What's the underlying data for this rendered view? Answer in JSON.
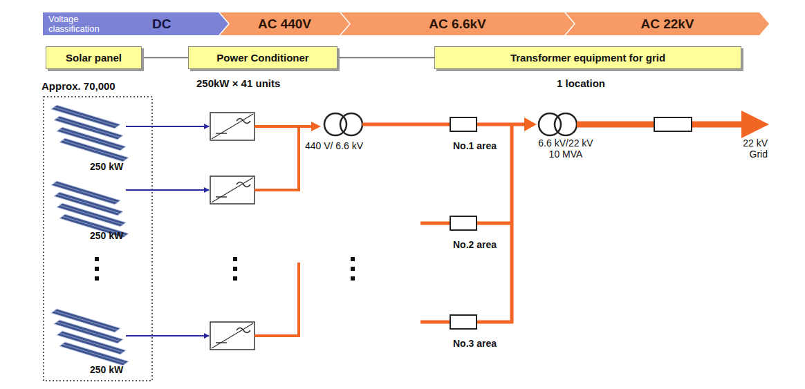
{
  "diagram": {
    "nodes": [
      {
        "text": [
          "Voltage classification",
          "DC"
        ]
      },
      {
        "text": [
          "AC 440V"
        ]
      },
      {
        "text": [
          "AC 6.6kV"
        ]
      },
      {
        "text": [
          "AC 22kV"
        ]
      },
      {
        "text": [
          "Solar panel"
        ]
      },
      {
        "text": [
          "Power Conditioner"
        ]
      },
      {
        "text": [
          "Transformer equipment for grid"
        ]
      }
    ],
    "edges": [
      {
        "from": 4,
        "to": 5,
        "arrow": "none"
      },
      {
        "from": 5,
        "to": 6,
        "arrow": "none"
      }
    ],
    "labels": [
      "Approx. 70,000",
      "250kW × 41 units",
      "1 location",
      "250 kW",
      "250 kW",
      "250 kW",
      "440 V/ 6.6 kV",
      "No.1 area",
      "No.2 area",
      "No.3 area",
      "6.6 kV/22 kV 10 MVA",
      "22 kV Grid"
    ]
  }
}
